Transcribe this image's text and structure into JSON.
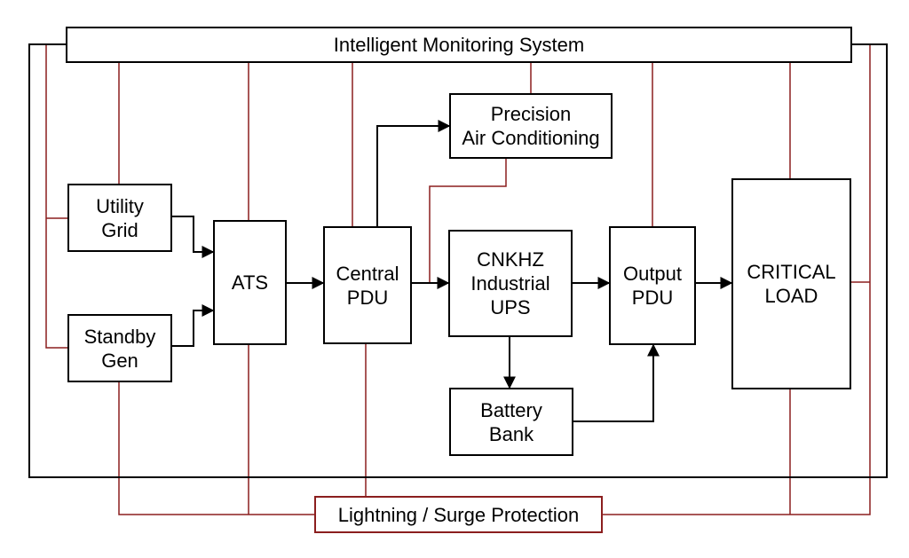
{
  "colors": {
    "black_line": "#000000",
    "red_line": "#8b1e1e",
    "background": "#ffffff"
  },
  "monitoring": {
    "label": "Intelligent Monitoring System"
  },
  "utility": {
    "line1": "Utility",
    "line2": "Grid"
  },
  "standby": {
    "line1": "Standby",
    "line2": "Gen"
  },
  "ats": {
    "label": "ATS"
  },
  "central_pdu": {
    "line1": "Central",
    "line2": "PDU"
  },
  "precision_ac": {
    "line1": "Precision",
    "line2": "Air Conditioning"
  },
  "ups": {
    "line1": "CNKHZ",
    "line2": "Industrial",
    "line3": "UPS"
  },
  "battery": {
    "line1": "Battery",
    "line2": "Bank"
  },
  "output_pdu": {
    "line1": "Output",
    "line2": "PDU"
  },
  "critical_load": {
    "line1": "CRITICAL",
    "line2": "LOAD"
  },
  "surge": {
    "label": "Lightning / Surge Protection"
  }
}
